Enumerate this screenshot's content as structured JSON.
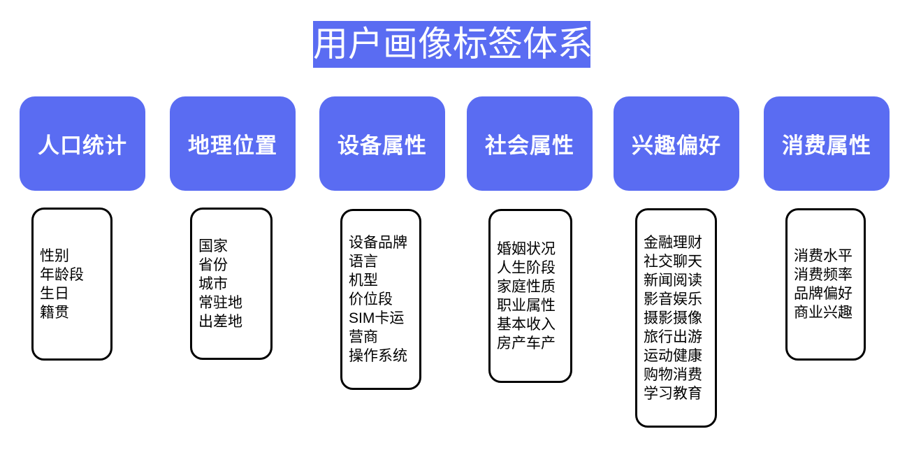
{
  "title": "用户画像标签体系",
  "colors": {
    "accent": "#5a6cf2",
    "box_border": "#000000",
    "text_on_accent": "#ffffff",
    "body_text": "#000000",
    "background": "#ffffff"
  },
  "columns": [
    {
      "id": "demographics",
      "header": "人口统计",
      "items": [
        "性别",
        "年龄段",
        "生日",
        "籍贯"
      ]
    },
    {
      "id": "geography",
      "header": "地理位置",
      "items": [
        "国家",
        "省份",
        "城市",
        "常驻地",
        "出差地"
      ]
    },
    {
      "id": "device",
      "header": "设备属性",
      "items": [
        "设备品牌",
        "语言",
        "机型",
        "价位段",
        "SIM卡运",
        "营商",
        "操作系统"
      ]
    },
    {
      "id": "social",
      "header": "社会属性",
      "items": [
        "婚姻状况",
        "人生阶段",
        "家庭性质",
        "职业属性",
        "基本收入",
        "房产车产"
      ]
    },
    {
      "id": "interest",
      "header": "兴趣偏好",
      "items": [
        "金融理财",
        "社交聊天",
        "新闻阅读",
        "影音娱乐",
        "摄影摄像",
        "旅行出游",
        "运动健康",
        "购物消费",
        "学习教育"
      ]
    },
    {
      "id": "consumption",
      "header": "消费属性",
      "items": [
        "消费水平",
        "消费频率",
        "品牌偏好",
        "商业兴趣"
      ]
    }
  ]
}
